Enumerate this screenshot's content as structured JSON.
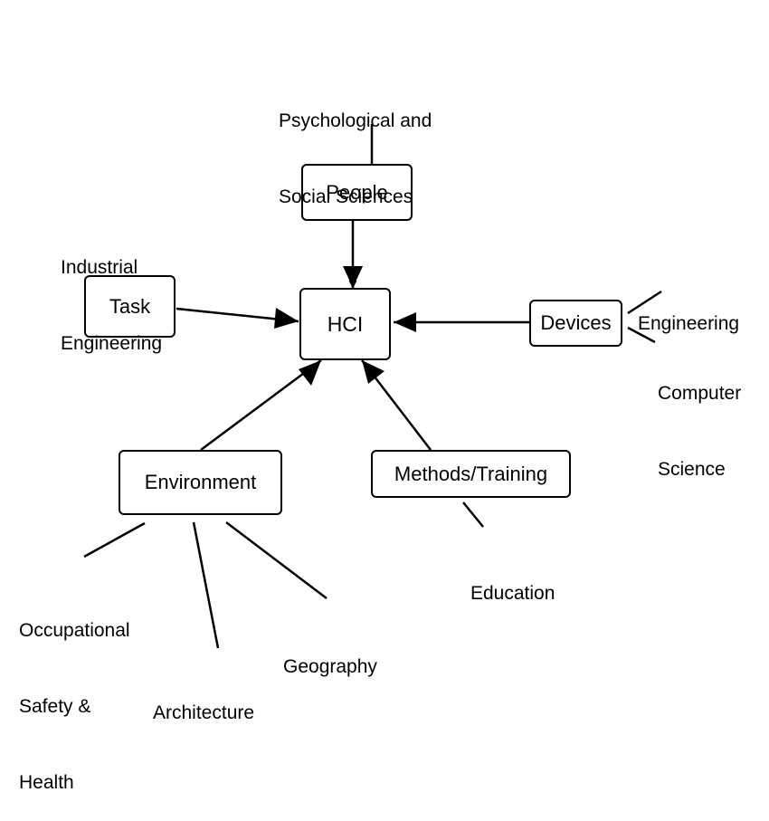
{
  "nodes": {
    "hci": "HCI",
    "people": "People",
    "task": "Task",
    "devices": "Devices",
    "environment": "Environment",
    "methods": "Methods/Training"
  },
  "disciplines": {
    "psych_line1": "Psychological and",
    "psych_line2": "Social Sciences",
    "industrial_line1": "Industrial",
    "industrial_line2": "Engineering",
    "engineering": "Engineering",
    "cs_line1": "Computer",
    "cs_line2": "Science",
    "education": "Education",
    "occ_line1": "Occupational",
    "occ_line2": "Safety &",
    "occ_line3": "Health",
    "architecture": "Architecture",
    "geography": "Geography"
  }
}
